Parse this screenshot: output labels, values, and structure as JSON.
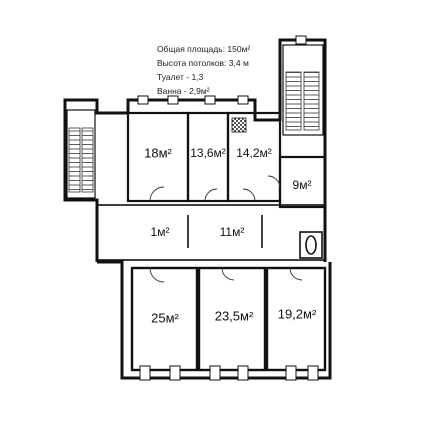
{
  "info": {
    "line1": "Общая площадь: 150м²",
    "line2": "Высота потолков: 3,4 м",
    "line3": "Туалет - 1,3",
    "line4": "Ванна - 2,9м²"
  },
  "rooms": {
    "r1": "18м²",
    "r2": "13,6м²",
    "r3": "14,2м²",
    "r4": "9м²",
    "r5": "1м²",
    "r6": "11м²",
    "r7": "25м²",
    "r8": "23,5м²",
    "r9": "19,2м²"
  }
}
